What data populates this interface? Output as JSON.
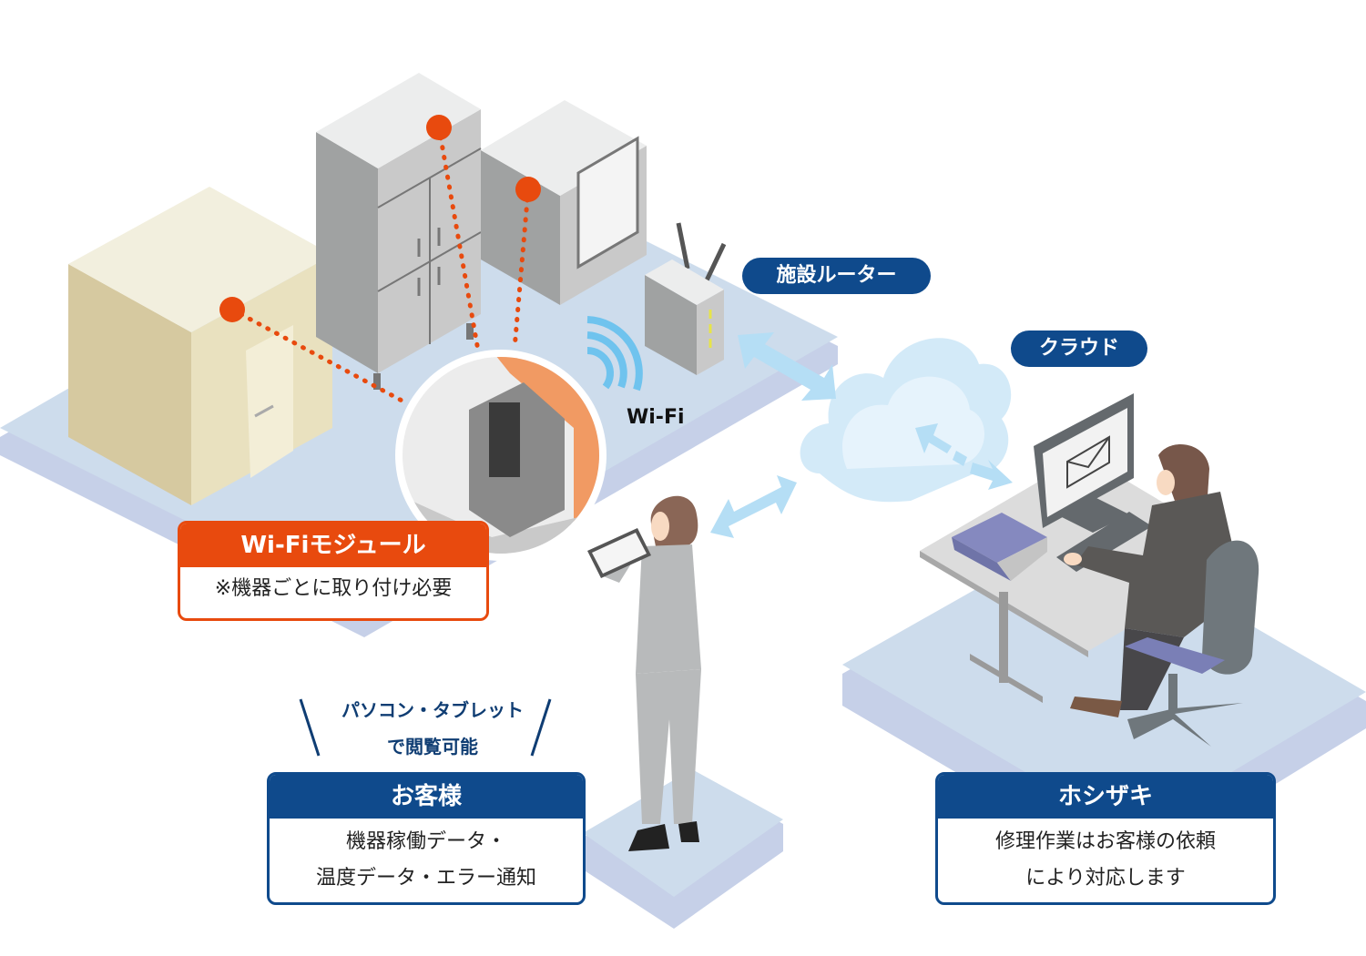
{
  "labels": {
    "router": "施設ルーター",
    "cloud": "クラウド",
    "wifi": "Wi-Fi"
  },
  "module_box": {
    "title": "Wi-Fiモジュール",
    "body": "※機器ごとに取り付け必要"
  },
  "viewing_note": {
    "line1": "パソコン・タブレット",
    "line2": "で閲覧可能"
  },
  "customer_box": {
    "title": "お客様",
    "line1": "機器稼働データ・",
    "line2": "温度データ・エラー通知"
  },
  "hoshizaki_box": {
    "title": "ホシザキ",
    "line1": "修理作業はお客様の依頼",
    "line2": "により対応します"
  },
  "colors": {
    "accent_orange": "#e84a0e",
    "brand_blue": "#0f4a8c",
    "platform": "#cddcec",
    "arrow": "#b5def5"
  }
}
